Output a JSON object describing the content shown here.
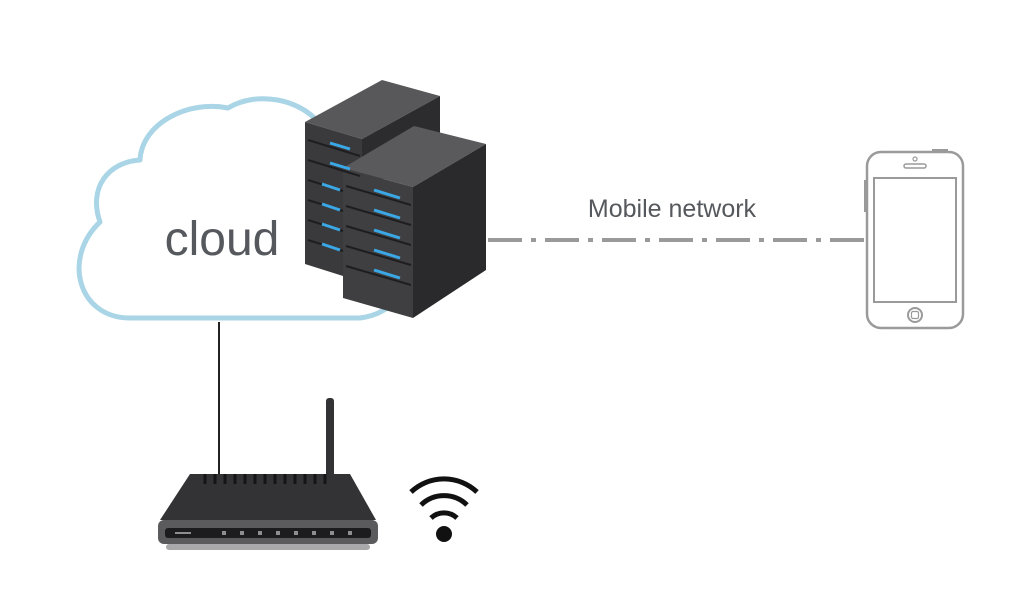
{
  "nodes": {
    "cloud": {
      "label": "cloud"
    },
    "server": {
      "icon": "server-rack-icon"
    },
    "phone": {
      "icon": "smartphone-icon"
    },
    "router": {
      "icon": "wireless-router-icon"
    },
    "wifi": {
      "icon": "wifi-signal-icon"
    }
  },
  "links": {
    "server_phone": {
      "label": "Mobile network",
      "style": "dash-dot"
    },
    "cloud_router": {
      "style": "solid"
    }
  },
  "colors": {
    "cloud_outline": "#a9d5e6",
    "server_body": "#3f3f41",
    "server_led": "#3aa8e6",
    "link_dashed": "#9a9a9a",
    "link_solid": "#222222",
    "phone_outline": "#9a9a9a",
    "text": "#55585c"
  }
}
